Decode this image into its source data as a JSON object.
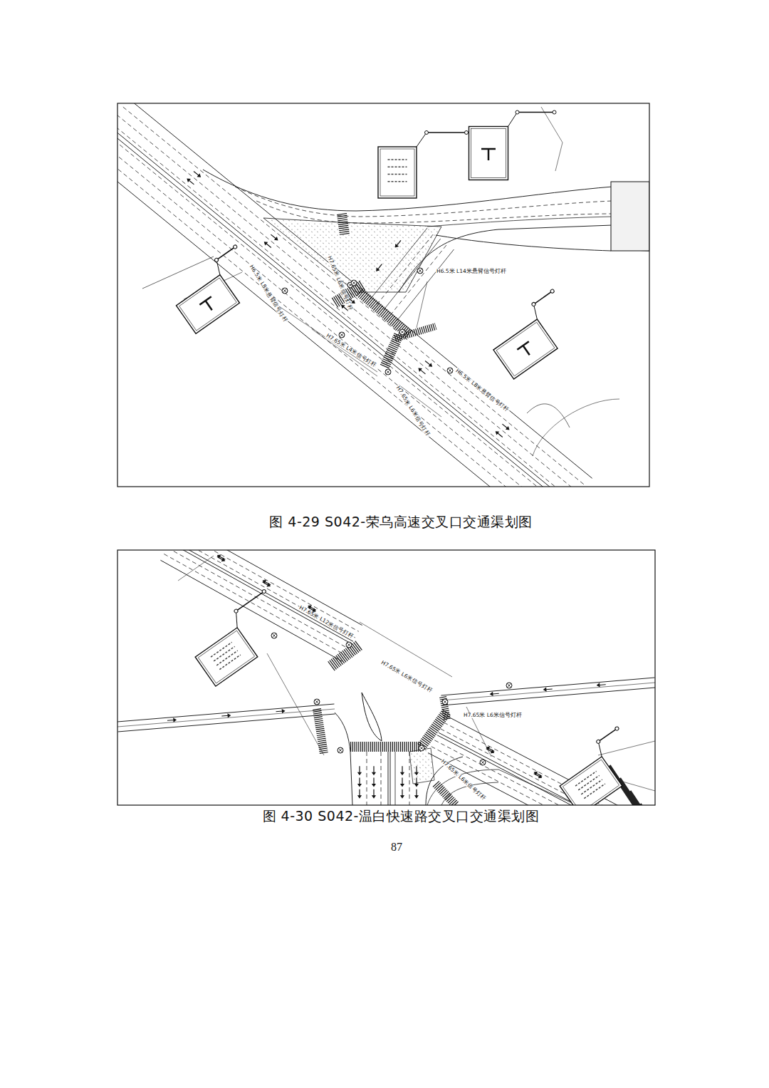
{
  "diagram": {
    "labels": [
      "H6.5米 L8米悬臂信号灯杆",
      "H7.65米 L6米信号灯杆",
      "H6.5米 L14米悬臂信号灯杆",
      "H7.65米 L4米信号灯杆",
      "H7.65米 L6米信号灯杆",
      "H6.5米 L8米悬臂信号灯杆",
      "图 4-29 S042-荣乌高速交叉口交通渠划图",
      "H7.65米 L12米信号灯杆",
      "H7.65米 L6米信号灯杆",
      "H7.65米 L6米信号灯杆",
      "H7.65米 L6米信号灯杆",
      "图 4-30 S042-温白快速路交叉口交通渠划图",
      "87"
    ]
  }
}
